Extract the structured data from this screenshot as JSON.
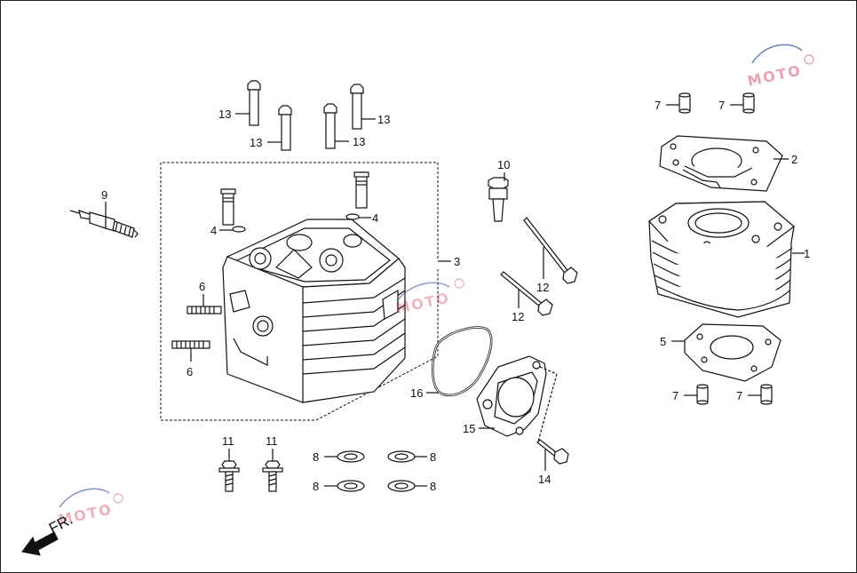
{
  "diagram": {
    "callouts": [
      {
        "id": "c9",
        "label": "9"
      },
      {
        "id": "c13a",
        "label": "13"
      },
      {
        "id": "c13b",
        "label": "13"
      },
      {
        "id": "c13c",
        "label": "13"
      },
      {
        "id": "c13d",
        "label": "13"
      },
      {
        "id": "c4a",
        "label": "4"
      },
      {
        "id": "c4b",
        "label": "4"
      },
      {
        "id": "c3",
        "label": "3"
      },
      {
        "id": "c6a",
        "label": "6"
      },
      {
        "id": "c6b",
        "label": "6"
      },
      {
        "id": "c10",
        "label": "10"
      },
      {
        "id": "c12a",
        "label": "12"
      },
      {
        "id": "c12b",
        "label": "12"
      },
      {
        "id": "c16",
        "label": "16"
      },
      {
        "id": "c15",
        "label": "15"
      },
      {
        "id": "c14",
        "label": "14"
      },
      {
        "id": "c11a",
        "label": "11"
      },
      {
        "id": "c11b",
        "label": "11"
      },
      {
        "id": "c8a",
        "label": "8"
      },
      {
        "id": "c8b",
        "label": "8"
      },
      {
        "id": "c8c",
        "label": "8"
      },
      {
        "id": "c8d",
        "label": "8"
      },
      {
        "id": "c7a",
        "label": "7"
      },
      {
        "id": "c7b",
        "label": "7"
      },
      {
        "id": "c7c",
        "label": "7"
      },
      {
        "id": "c7d",
        "label": "7"
      },
      {
        "id": "c2",
        "label": "2"
      },
      {
        "id": "c1",
        "label": "1"
      },
      {
        "id": "c5",
        "label": "5"
      }
    ],
    "direction_label": "FR.",
    "watermark_text": "MOTO",
    "colors": {
      "line": "#111111",
      "watermark": "#c8102e",
      "watermark_accent": "#2a4fa0"
    }
  }
}
